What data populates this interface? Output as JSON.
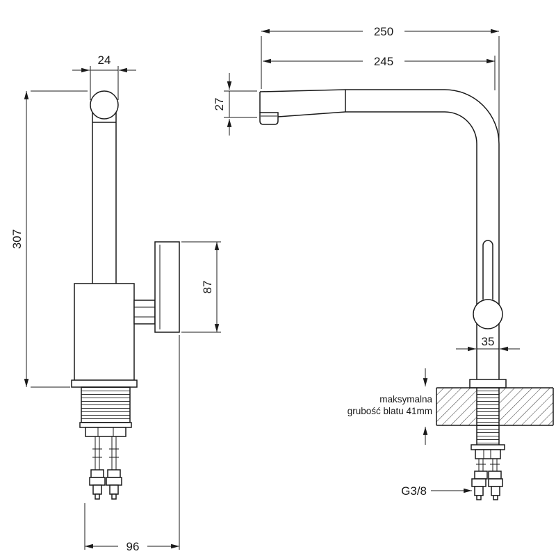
{
  "meta": {
    "title": "Kitchen faucet technical dimension drawing"
  },
  "colors": {
    "line": "#1a1a1a",
    "background": "#ffffff"
  },
  "front_view": {
    "dim_spout_width": "24",
    "dim_total_height": "307",
    "dim_handle_height": "87",
    "dim_base_span": "96"
  },
  "side_view": {
    "dim_total_reach": "250",
    "dim_spout_reach": "245",
    "dim_spout_head_height": "27",
    "dim_body_width": "35",
    "countertop_note_line1": "maksymalna",
    "countertop_note_line2": "grubość blatu 41mm",
    "thread_size": "G3/8"
  }
}
